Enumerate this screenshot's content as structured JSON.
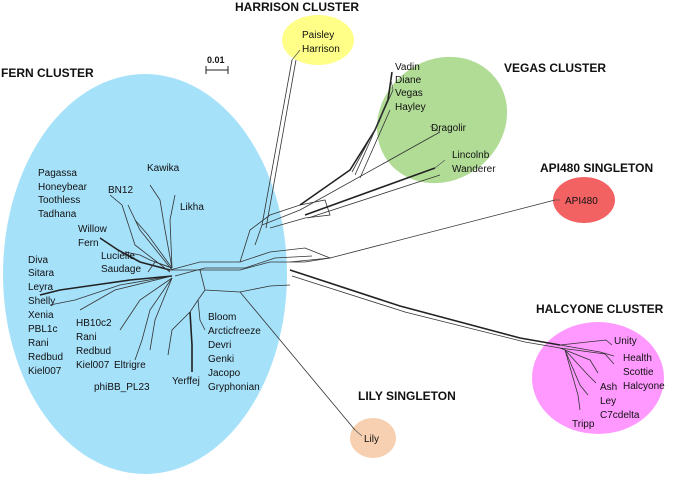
{
  "scale_bar": {
    "label": "0.01"
  },
  "clusters": [
    {
      "id": "fern",
      "title": "FERN CLUSTER",
      "color": "#a6e1fa"
    },
    {
      "id": "harrison",
      "title": "HARRISON CLUSTER",
      "color": "#ffff88"
    },
    {
      "id": "vegas",
      "title": "VEGAS CLUSTER",
      "color": "#b1dc96"
    },
    {
      "id": "api480",
      "title": "API480 SINGLETON",
      "color": "#f26262"
    },
    {
      "id": "halcyone",
      "title": "HALCYONE CLUSTER",
      "color": "#ff99ff"
    },
    {
      "id": "lily",
      "title": "LILY SINGLETON",
      "color": "#f6d0b0"
    }
  ],
  "phages": {
    "paisley": "Paisley",
    "harrison": "Harrison",
    "vadin": "Vadin",
    "diane": "Diane",
    "vegas": "Vegas",
    "hayley": "Hayley",
    "dragolir": "Dragolir",
    "lincolnb": "Lincolnb",
    "wanderer": "Wanderer",
    "api480": "API480",
    "unity": "Unity",
    "health": "Health",
    "scottie": "Scottie",
    "halcyone": "Halcyone",
    "ash": "Ash",
    "ley": "Ley",
    "c7cdelta": "C7cdelta",
    "tripp": "Tripp",
    "lily": "Lily",
    "kawika": "Kawika",
    "pagassa": "Pagassa",
    "honeybear": "Honeybear",
    "toothless": "Toothless",
    "tadhana": "Tadhana",
    "bn12": "BN12",
    "likha": "Likha",
    "willow": "Willow",
    "fern": "Fern",
    "lucielle": "Lucielle",
    "saudage": "Saudage",
    "diva": "Diva",
    "sitara": "Sitara",
    "leyra": "Leyra",
    "shelly": "Shelly",
    "xenia": "Xenia",
    "pbl1c": "PBL1c",
    "rani_a": "Rani",
    "redbud_a": "Redbud",
    "kiel007_a": "Kiel007",
    "hb10c2": "HB10c2",
    "rani_b": "Rani",
    "redbud_b": "Redbud",
    "kiel007_b": "Kiel007",
    "eltrigre": "Eltrigre",
    "phibb": "phiBB_PL23",
    "yerffej": "Yerffej",
    "bloom": "Bloom",
    "arcticfreeze": "Arcticfreeze",
    "devri": "Devri",
    "genki": "Genki",
    "jacopo": "Jacopo",
    "gryphonian": "Gryphonian"
  }
}
